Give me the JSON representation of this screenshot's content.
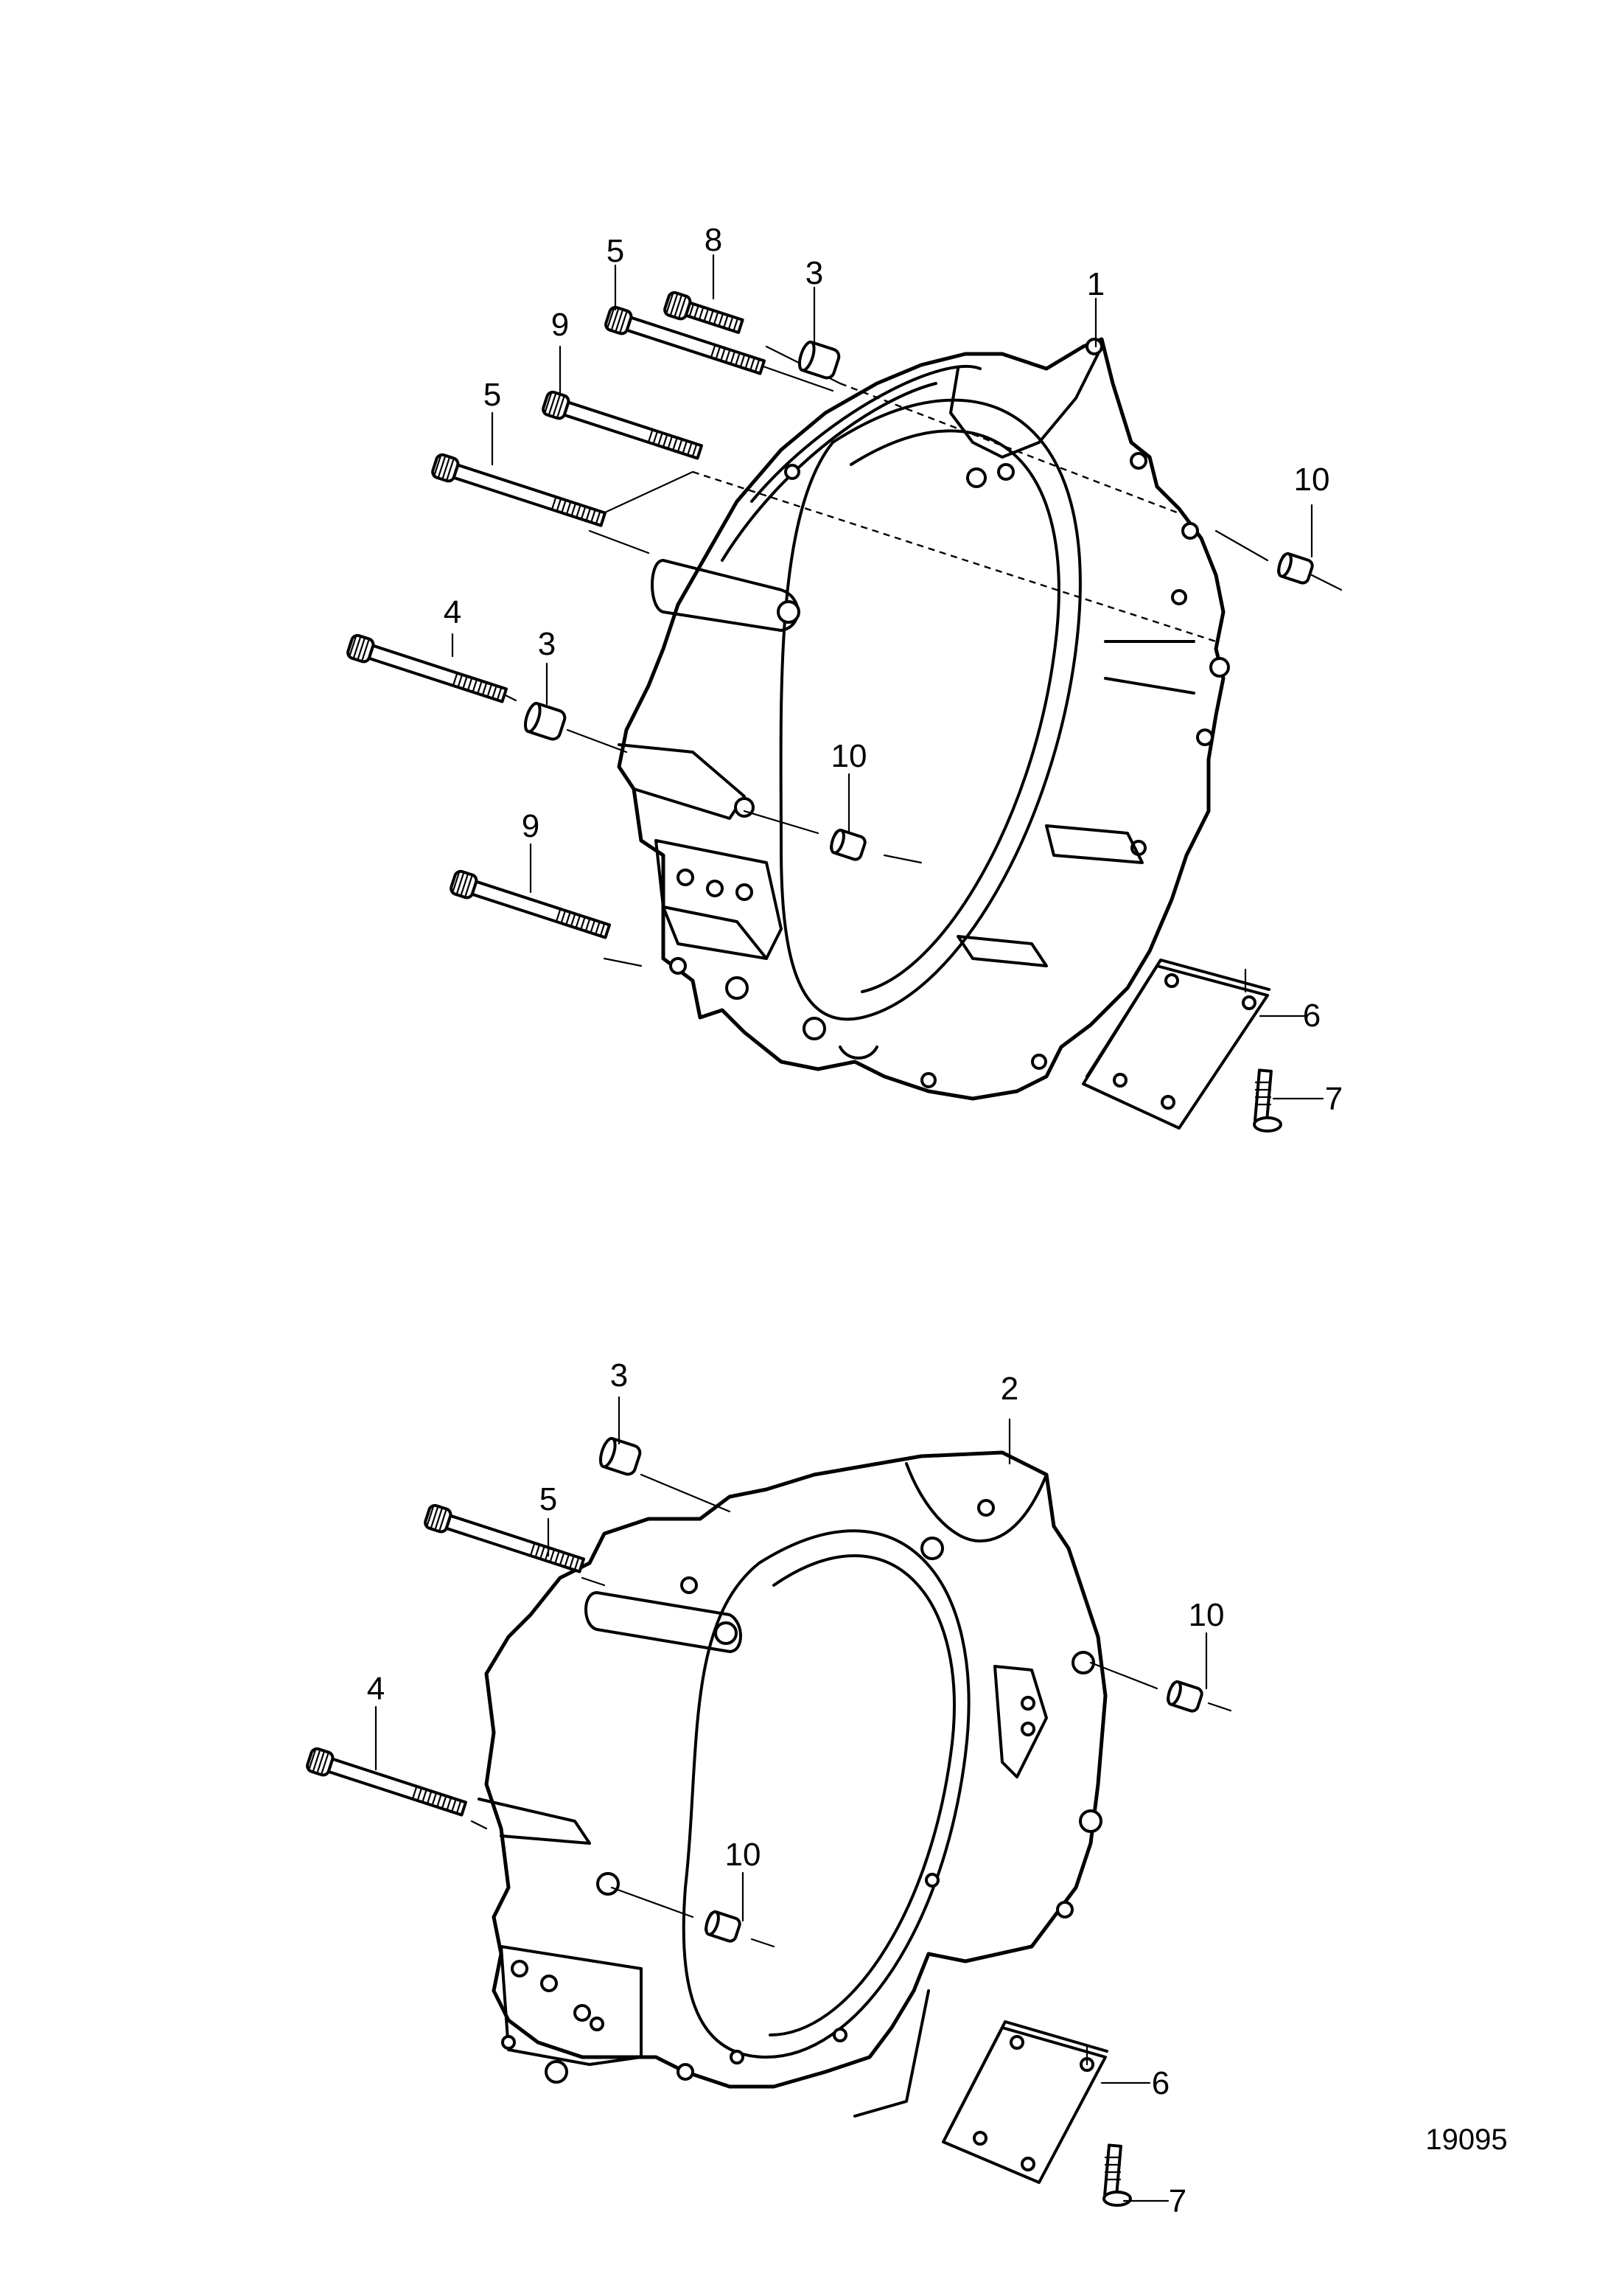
{
  "figure": {
    "document_number": "19095",
    "callouts_upper": [
      "1",
      "3",
      "3",
      "4",
      "5",
      "5",
      "6",
      "7",
      "8",
      "9",
      "9",
      "10",
      "10"
    ],
    "callouts_lower": [
      "2",
      "3",
      "4",
      "5",
      "6",
      "7",
      "10",
      "10"
    ]
  }
}
